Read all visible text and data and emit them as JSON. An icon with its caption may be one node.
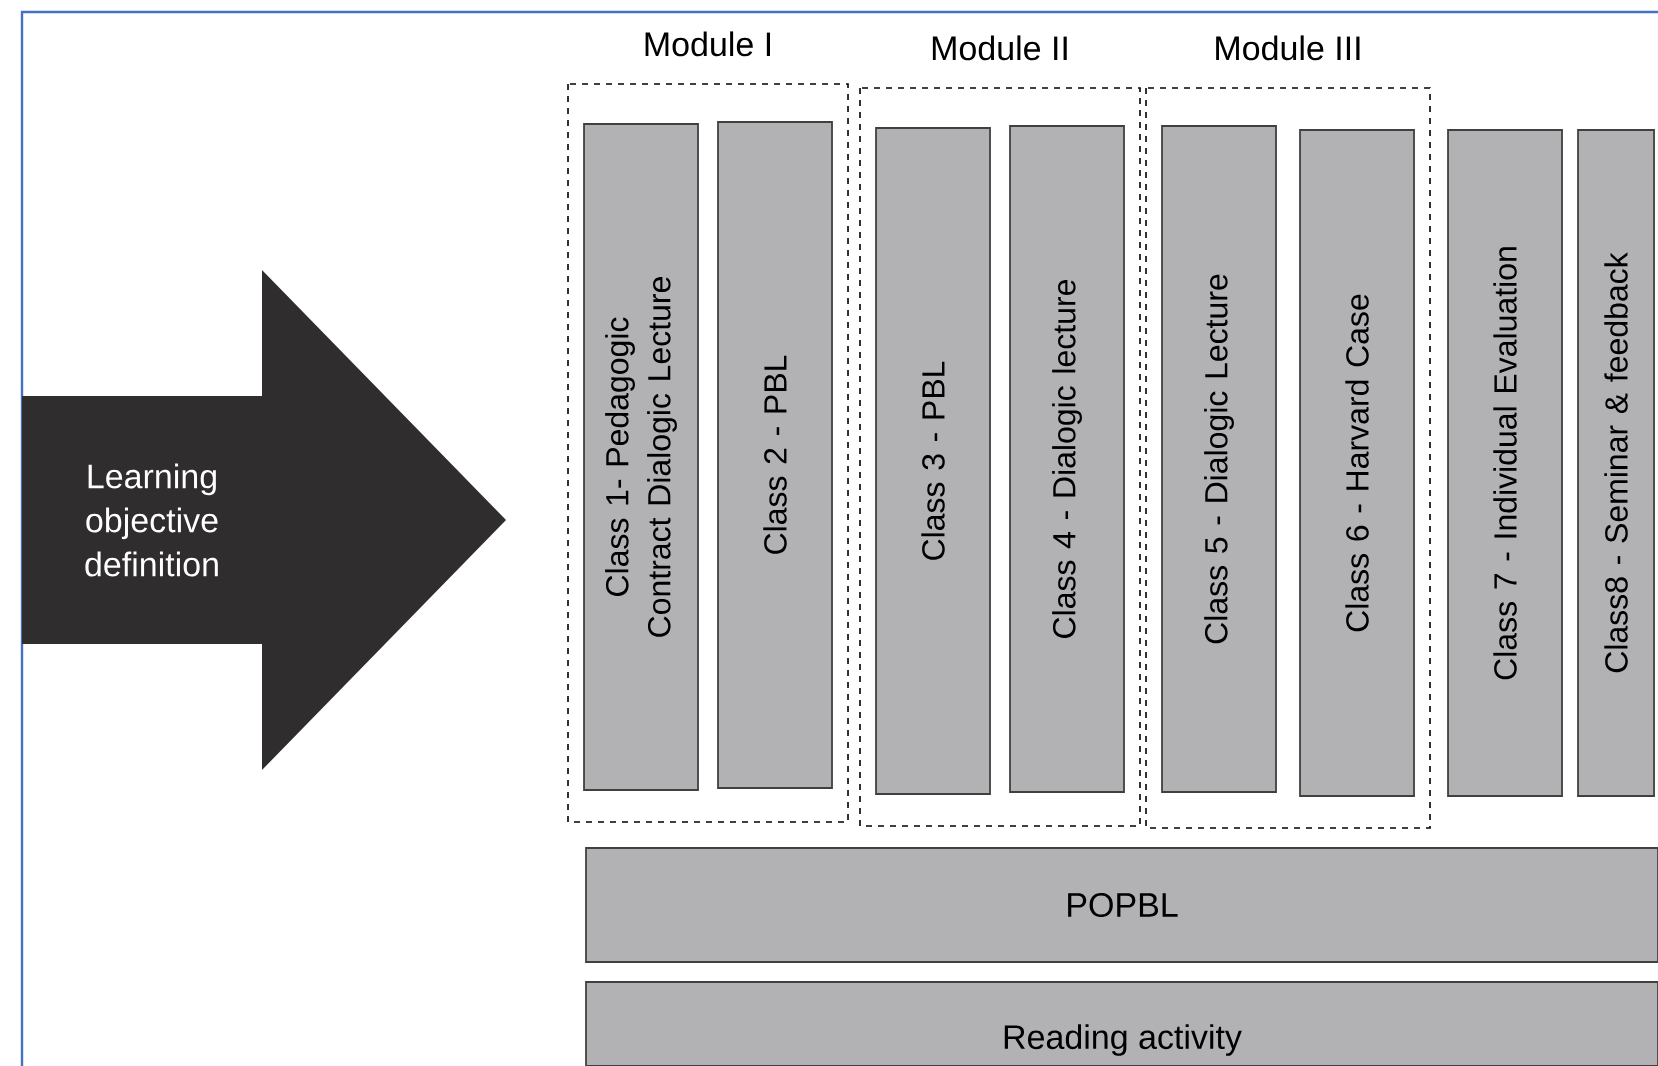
{
  "diagram": {
    "nodes": [
      {
        "text": [
          "Learning objective definition"
        ]
      },
      {
        "text": [
          "Module I"
        ]
      },
      {
        "text": [
          "Class 1- Pedagogic Contract Dialogic Lecture"
        ],
        "in": 1
      },
      {
        "text": [
          "Class 2 - PBL"
        ],
        "in": 1
      },
      {
        "text": [
          "Module II"
        ]
      },
      {
        "text": [
          "Class 3 - PBL"
        ],
        "in": 4
      },
      {
        "text": [
          "Class 4 - Dialogic lecture"
        ],
        "in": 4
      },
      {
        "text": [
          "Module III"
        ]
      },
      {
        "text": [
          "Class 5 - Dialogic Lecture"
        ],
        "in": 7
      },
      {
        "text": [
          "Class 6 - Harvard Case"
        ],
        "in": 7
      },
      {
        "text": [
          "Class 7 - Individual Evaluation"
        ]
      },
      {
        "text": [
          "Class8 - Seminar & feedback"
        ]
      },
      {
        "text": [
          "POPBL"
        ]
      },
      {
        "text": [
          "Reading activity"
        ]
      }
    ]
  }
}
